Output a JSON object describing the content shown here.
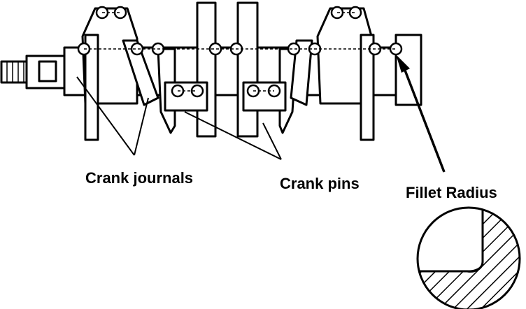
{
  "labels": {
    "crank_journals": "Crank journals",
    "crank_pins": "Crank pins",
    "fillet_radius": "Fillet Radius"
  },
  "colors": {
    "ink": "#000000",
    "paper": "#ffffff"
  }
}
